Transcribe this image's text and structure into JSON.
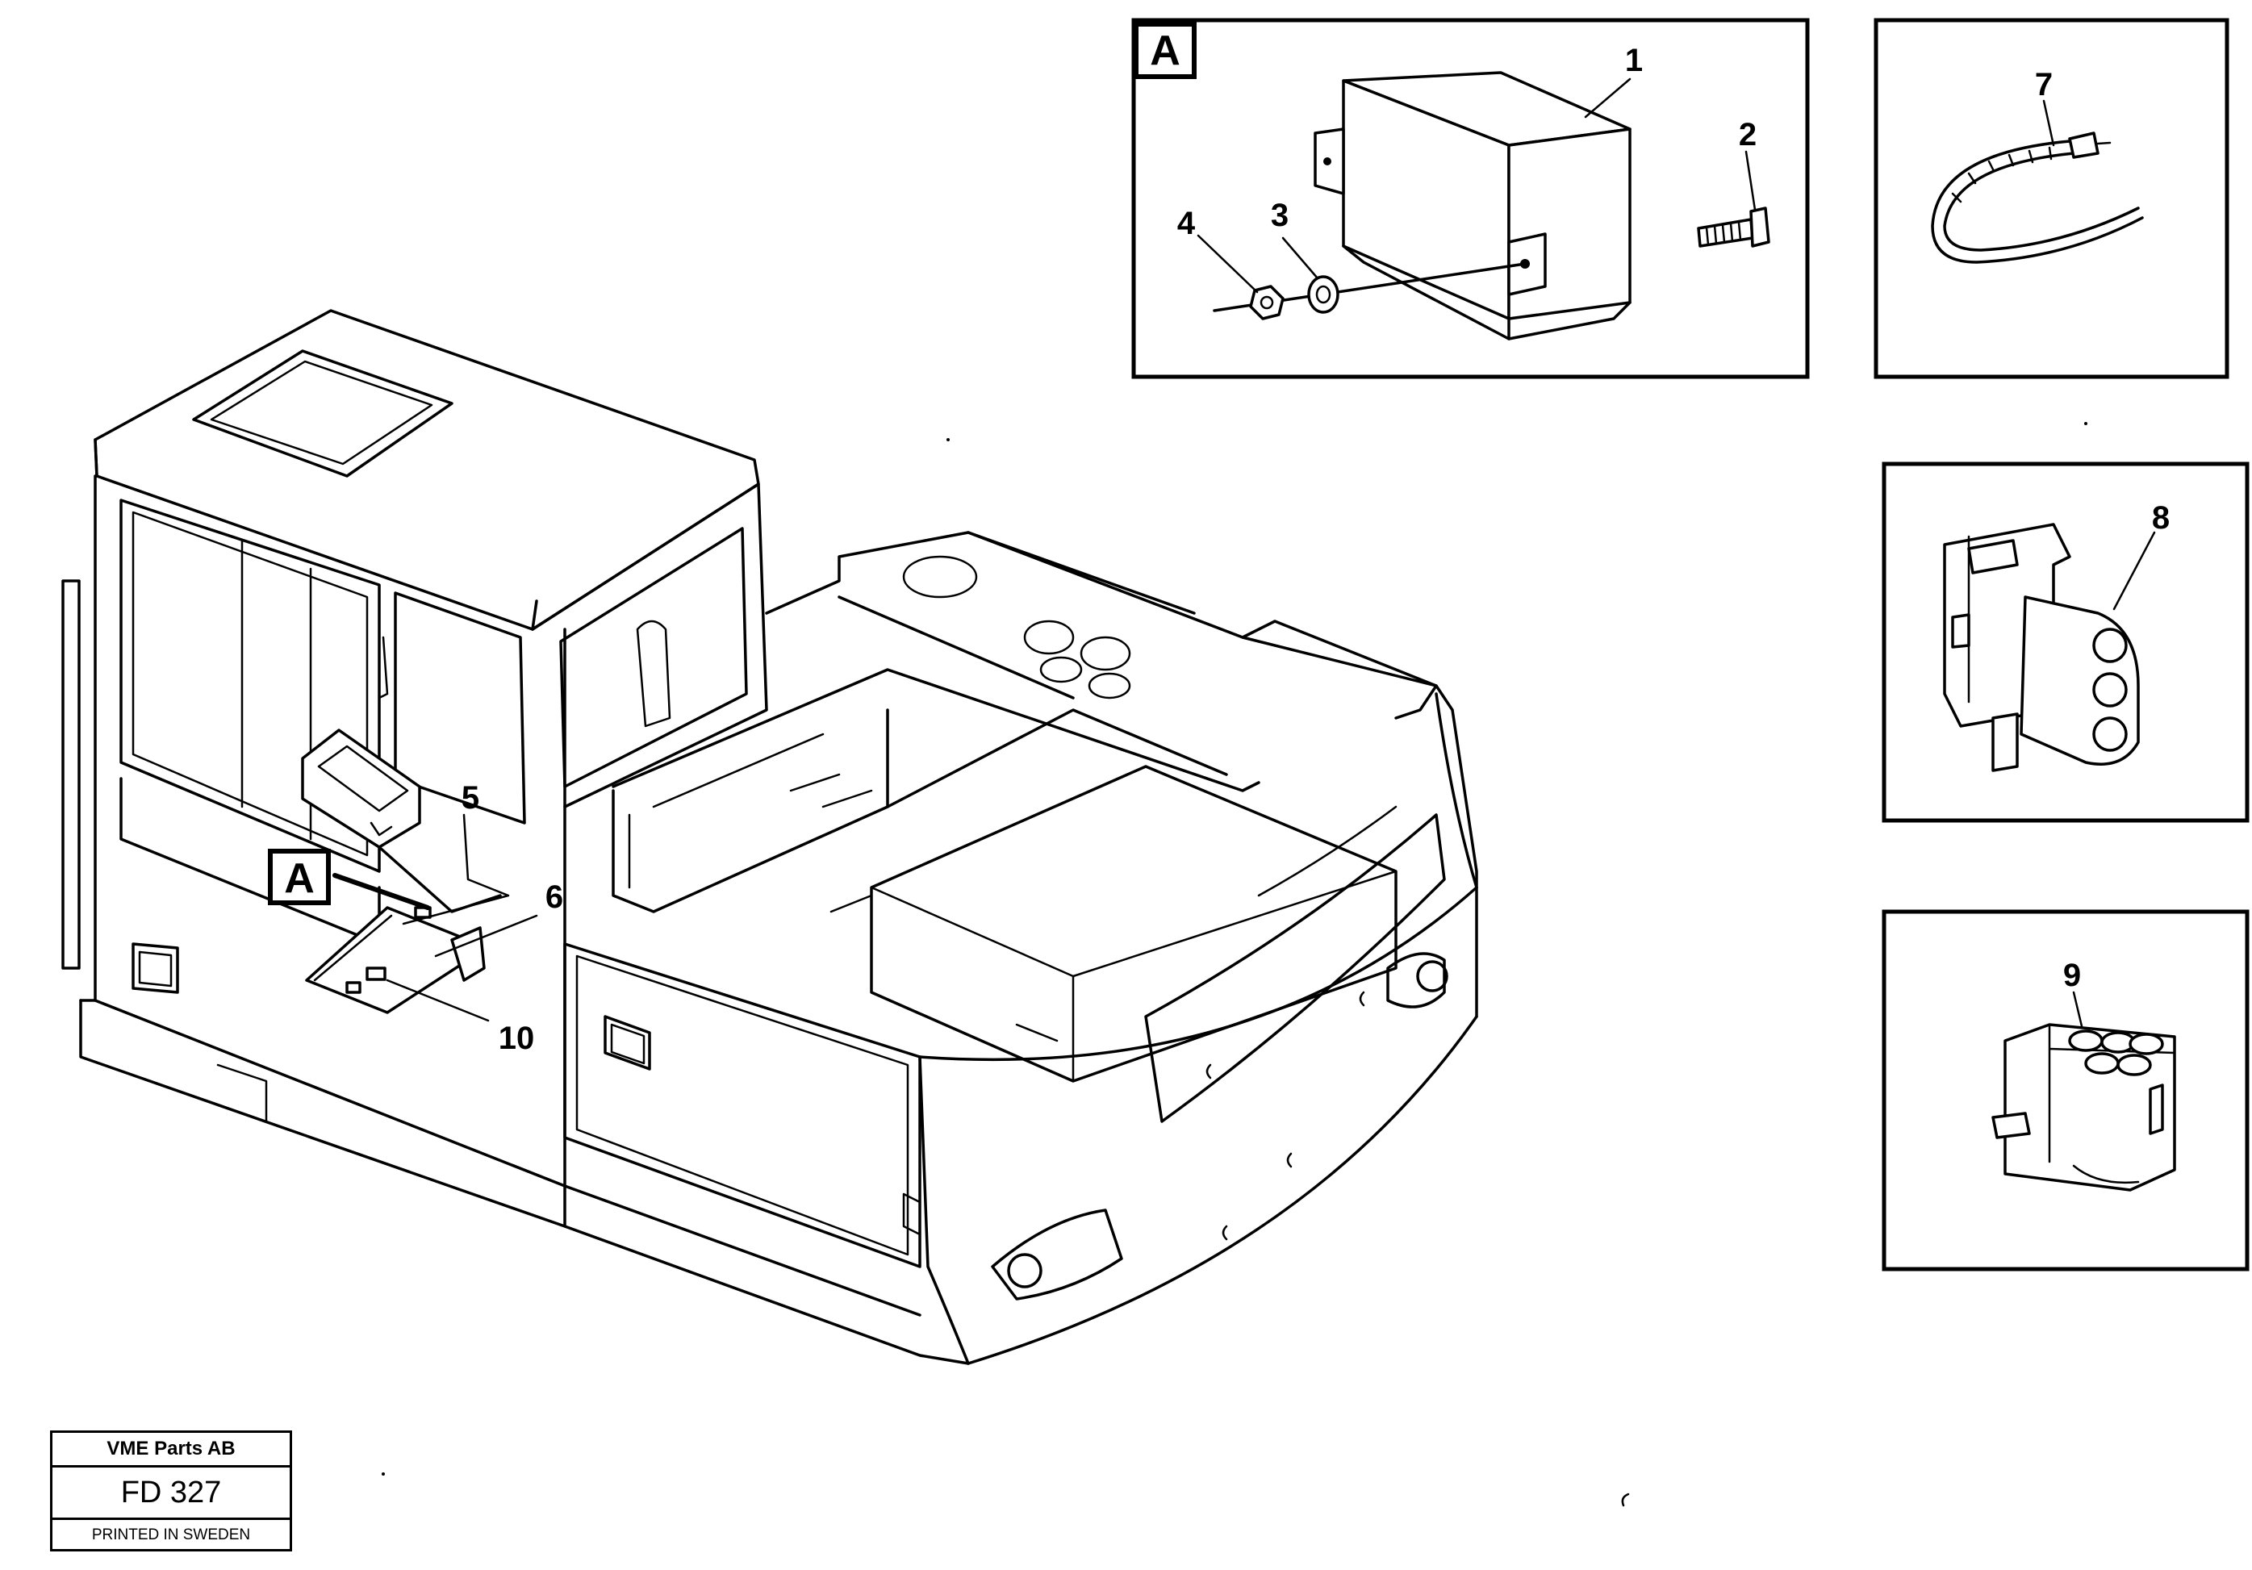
{
  "detail_label": "A",
  "callouts": {
    "c1": "1",
    "c2": "2",
    "c3": "3",
    "c4": "4",
    "c5": "5",
    "c6": "6",
    "c7": "7",
    "c8": "8",
    "c9": "9",
    "c10": "10"
  },
  "title_block": {
    "company": "VME Parts AB",
    "figure": "FD 327",
    "printed": "PRINTED IN SWEDEN"
  }
}
